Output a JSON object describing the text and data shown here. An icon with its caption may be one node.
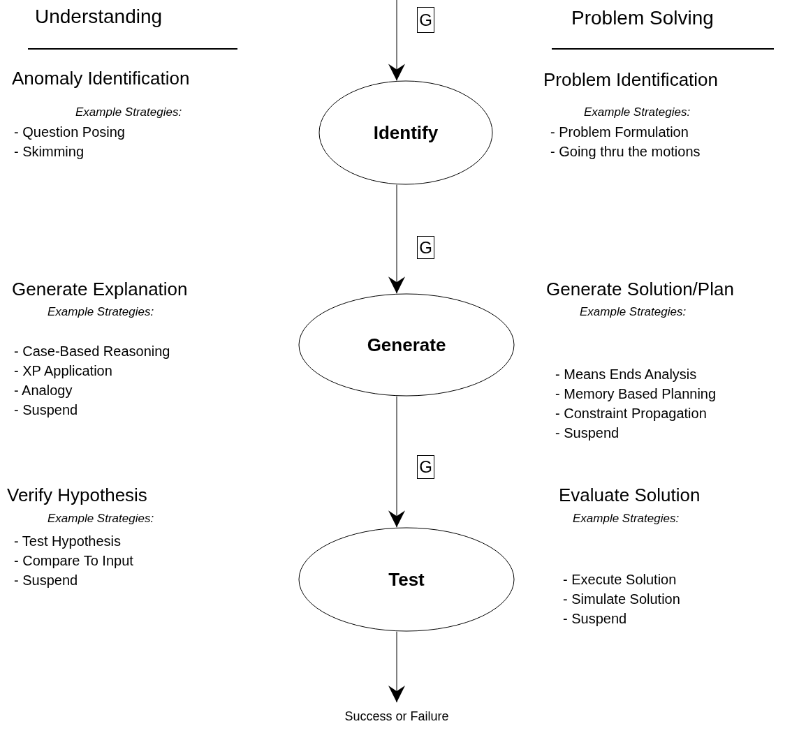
{
  "diagram": {
    "nodes": [
      {
        "text": [
          "G"
        ]
      },
      {
        "text": [
          "Identify"
        ]
      },
      {
        "text": [
          "G"
        ]
      },
      {
        "text": [
          "Generate"
        ]
      },
      {
        "text": [
          "G"
        ]
      },
      {
        "text": [
          "Test"
        ]
      },
      {
        "text": [
          "Success or Failure"
        ]
      }
    ],
    "edges": [
      {
        "from": null,
        "to": 1,
        "arrow": "to"
      },
      {
        "from": 1,
        "to": 3,
        "arrow": "to"
      },
      {
        "from": 3,
        "to": 5,
        "arrow": "to"
      },
      {
        "from": 5,
        "to": 6,
        "arrow": "to"
      }
    ],
    "labels": [
      "Understanding",
      "Problem Solving",
      "Anomaly Identification",
      "Example Strategies:",
      "- Question Posing",
      "- Skimming",
      "Problem Identification",
      "Example Strategies:",
      "- Problem Formulation",
      "- Going thru the motions",
      "Generate Explanation",
      "Example Strategies:",
      "- Case-Based Reasoning",
      "- XP Application",
      "- Analogy",
      "- Suspend",
      "Generate Solution/Plan",
      "Example Strategies:",
      "- Means Ends Analysis",
      "- Memory Based Planning",
      "- Constraint Propagation",
      "- Suspend",
      "Verify Hypothesis",
      "Example Strategies:",
      "- Test Hypothesis",
      "- Compare To Input",
      "- Suspend",
      "Evaluate Solution",
      "Example Strategies:",
      "- Execute Solution",
      "- Simulate Solution",
      "- Suspend"
    ]
  }
}
